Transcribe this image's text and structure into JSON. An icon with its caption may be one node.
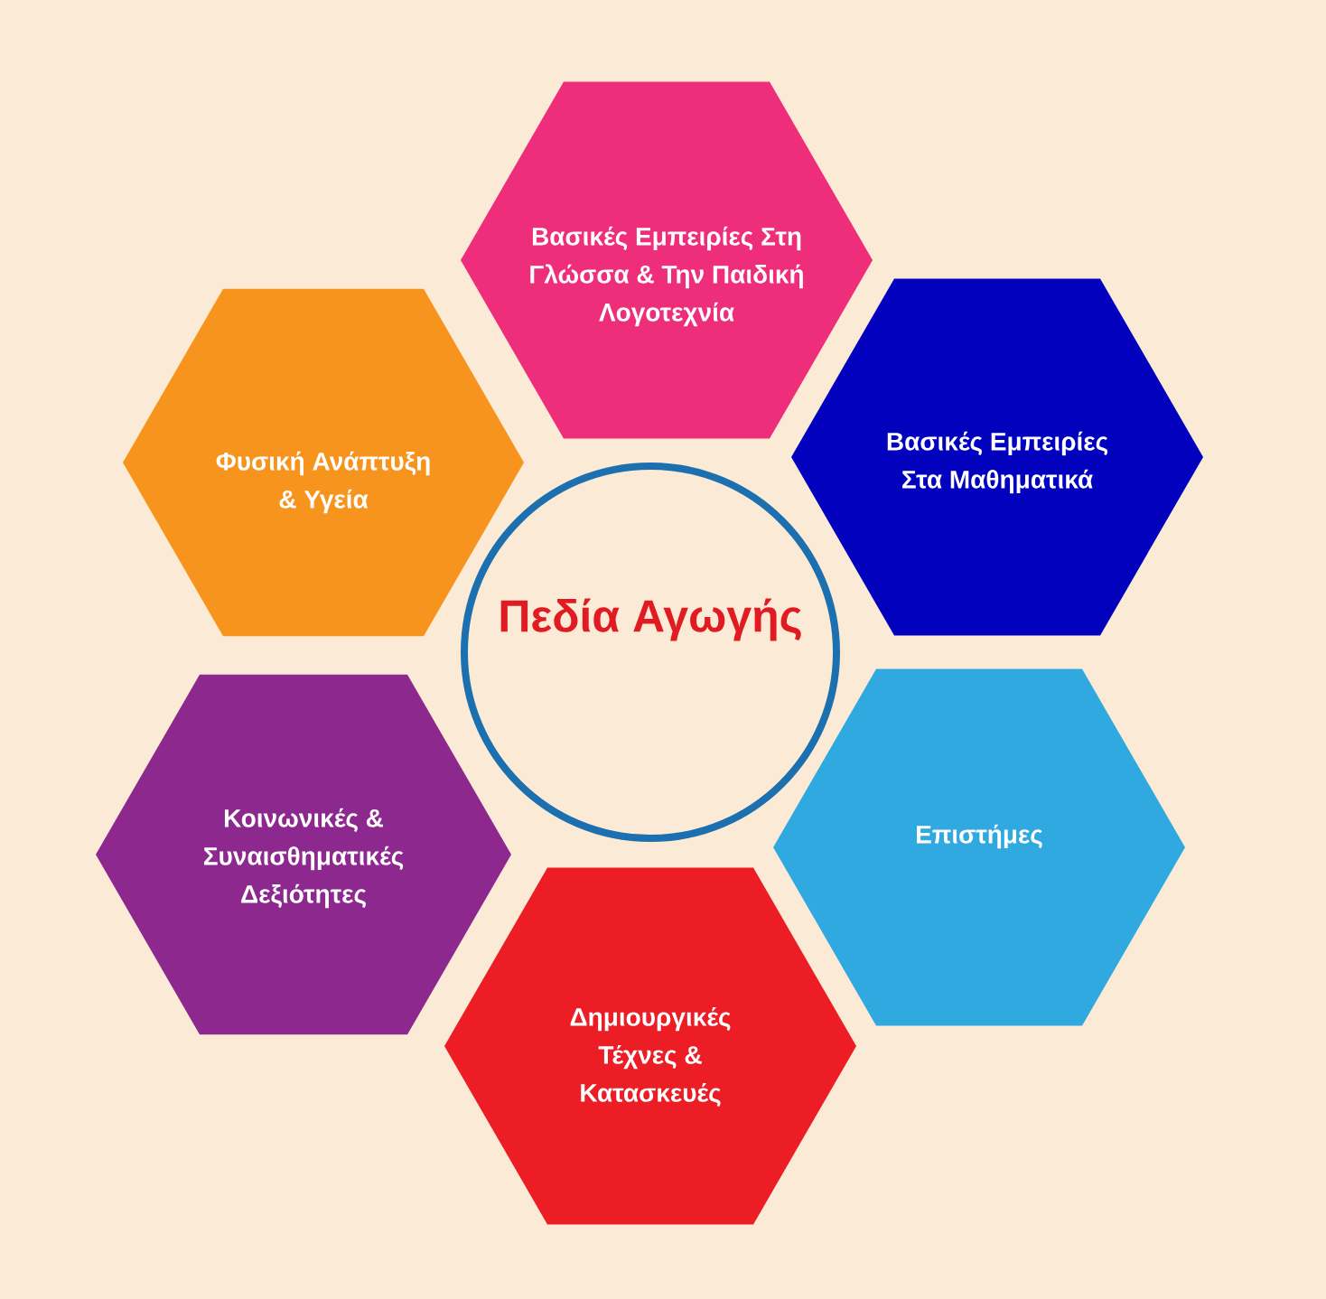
{
  "diagram": {
    "nodes": [
      {
        "text": [
          "Βασικές Εμπειρίες Στη Γλώσσα & Την Παιδική Λογοτεχνία"
        ]
      },
      {
        "text": [
          "Φυσική Ανάπτυξη & Υγεία"
        ]
      },
      {
        "text": [
          "Βασικές Εμπειρίες Στα Μαθηματικά"
        ]
      },
      {
        "text": [
          "Πεδία Αγωγής"
        ]
      },
      {
        "text": [
          "Κοινωνικές & Συναισθηματικές Δεξιότητες"
        ]
      },
      {
        "text": [
          "Επιστήμες"
        ]
      },
      {
        "text": [
          "Δημιουργικές Τέχνες & Κατασκευές"
        ]
      }
    ]
  }
}
